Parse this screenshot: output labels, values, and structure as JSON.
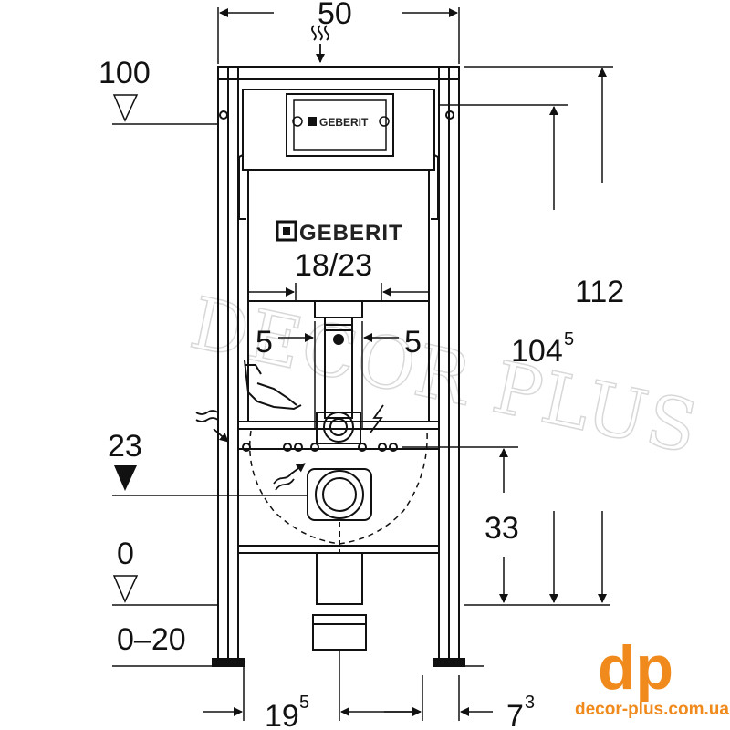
{
  "dimensions": {
    "top_width": "50",
    "flush_valve_span": "18/23",
    "left_offset": "5",
    "right_offset": "5",
    "total_height": "112",
    "frame_height_main": "104",
    "frame_height_sup": "5",
    "outlet_height": "33",
    "bottom_left_main": "19",
    "bottom_left_sup": "5",
    "bottom_right_main": "7",
    "bottom_right_sup": "3"
  },
  "levels": {
    "top": "100",
    "connection": "23",
    "floor": "0",
    "adjust_range": "0–20"
  },
  "brand": {
    "plate_label": "GEBERIT",
    "tank_label": "GEBERIT"
  },
  "watermark": "DECOR PLUS",
  "logo": {
    "letters": "dp",
    "site": "decor-plus.com.ua",
    "color": "#f08a1c"
  }
}
